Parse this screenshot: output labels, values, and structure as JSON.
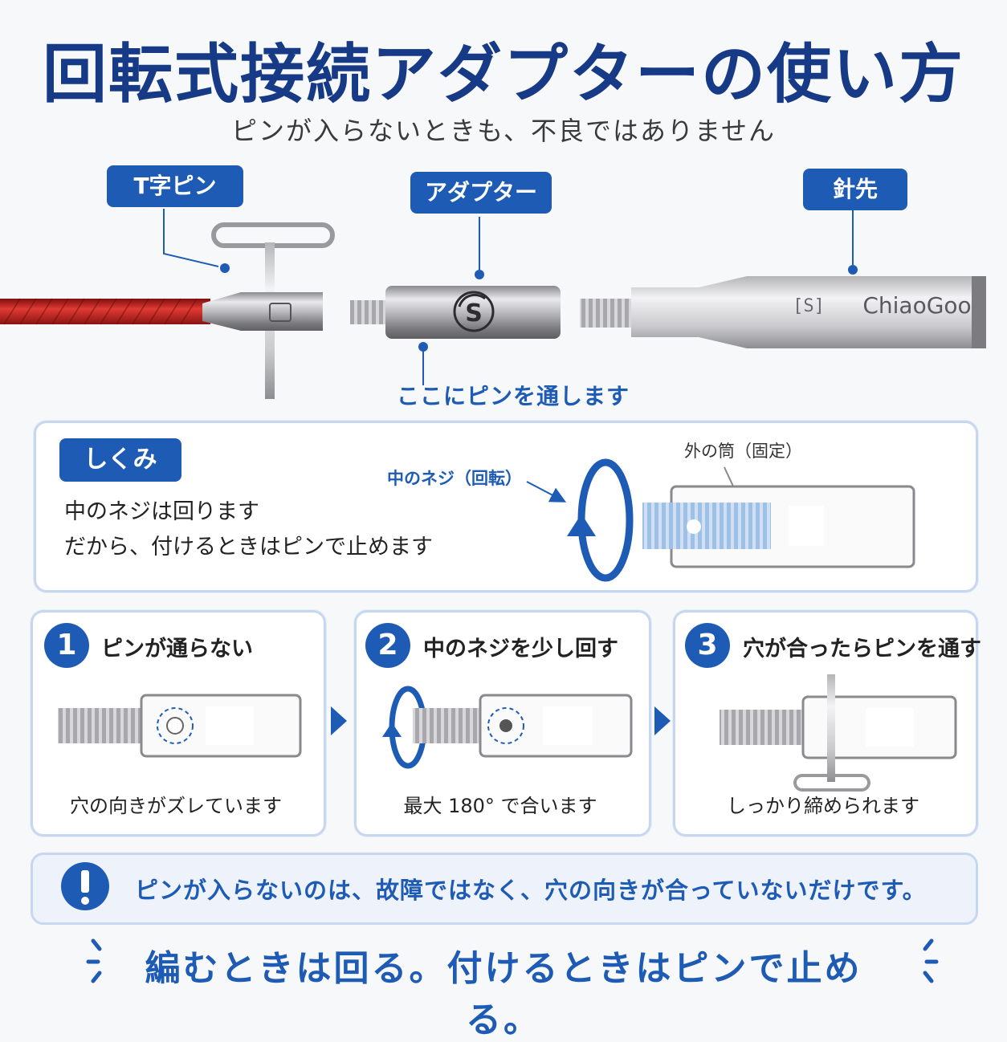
{
  "header": {
    "title": "回転式接続アダプターの使い方",
    "subtitle": "ピンが入らないときも、不良ではありません"
  },
  "parts": {
    "t_pin": "T字ピン",
    "adapter": "アダプター",
    "needle_tip": "針先",
    "brand": "ChiaoGoo",
    "logo_mark": "[S]",
    "pass_pin_here": "ここにピンを通します"
  },
  "mechanism": {
    "tag": "しくみ",
    "line1": "中のネジは回ります",
    "line2": "だから、付けるときはピンで止めます",
    "inner_label": "中のネジ（回転）",
    "outer_label": "外の筒（固定）"
  },
  "steps": [
    {
      "num": "1",
      "title": "ピンが通らない",
      "caption": "穴の向きがズレています"
    },
    {
      "num": "2",
      "title": "中のネジを少し回す",
      "caption": "最大 180° で合います"
    },
    {
      "num": "3",
      "title": "穴が合ったらピンを通す",
      "caption": "しっかり締められます"
    }
  ],
  "note": {
    "icon": "exclamation-icon",
    "text": "ピンが入らないのは、故障ではなく、穴の向きが合っていないだけです。"
  },
  "footer": {
    "text": "編むときは回る。付けるときはピンで止める。"
  },
  "colors": {
    "brand_blue": "#1e5bb5",
    "title_navy": "#173a86",
    "cable_red": "#c0201d"
  }
}
